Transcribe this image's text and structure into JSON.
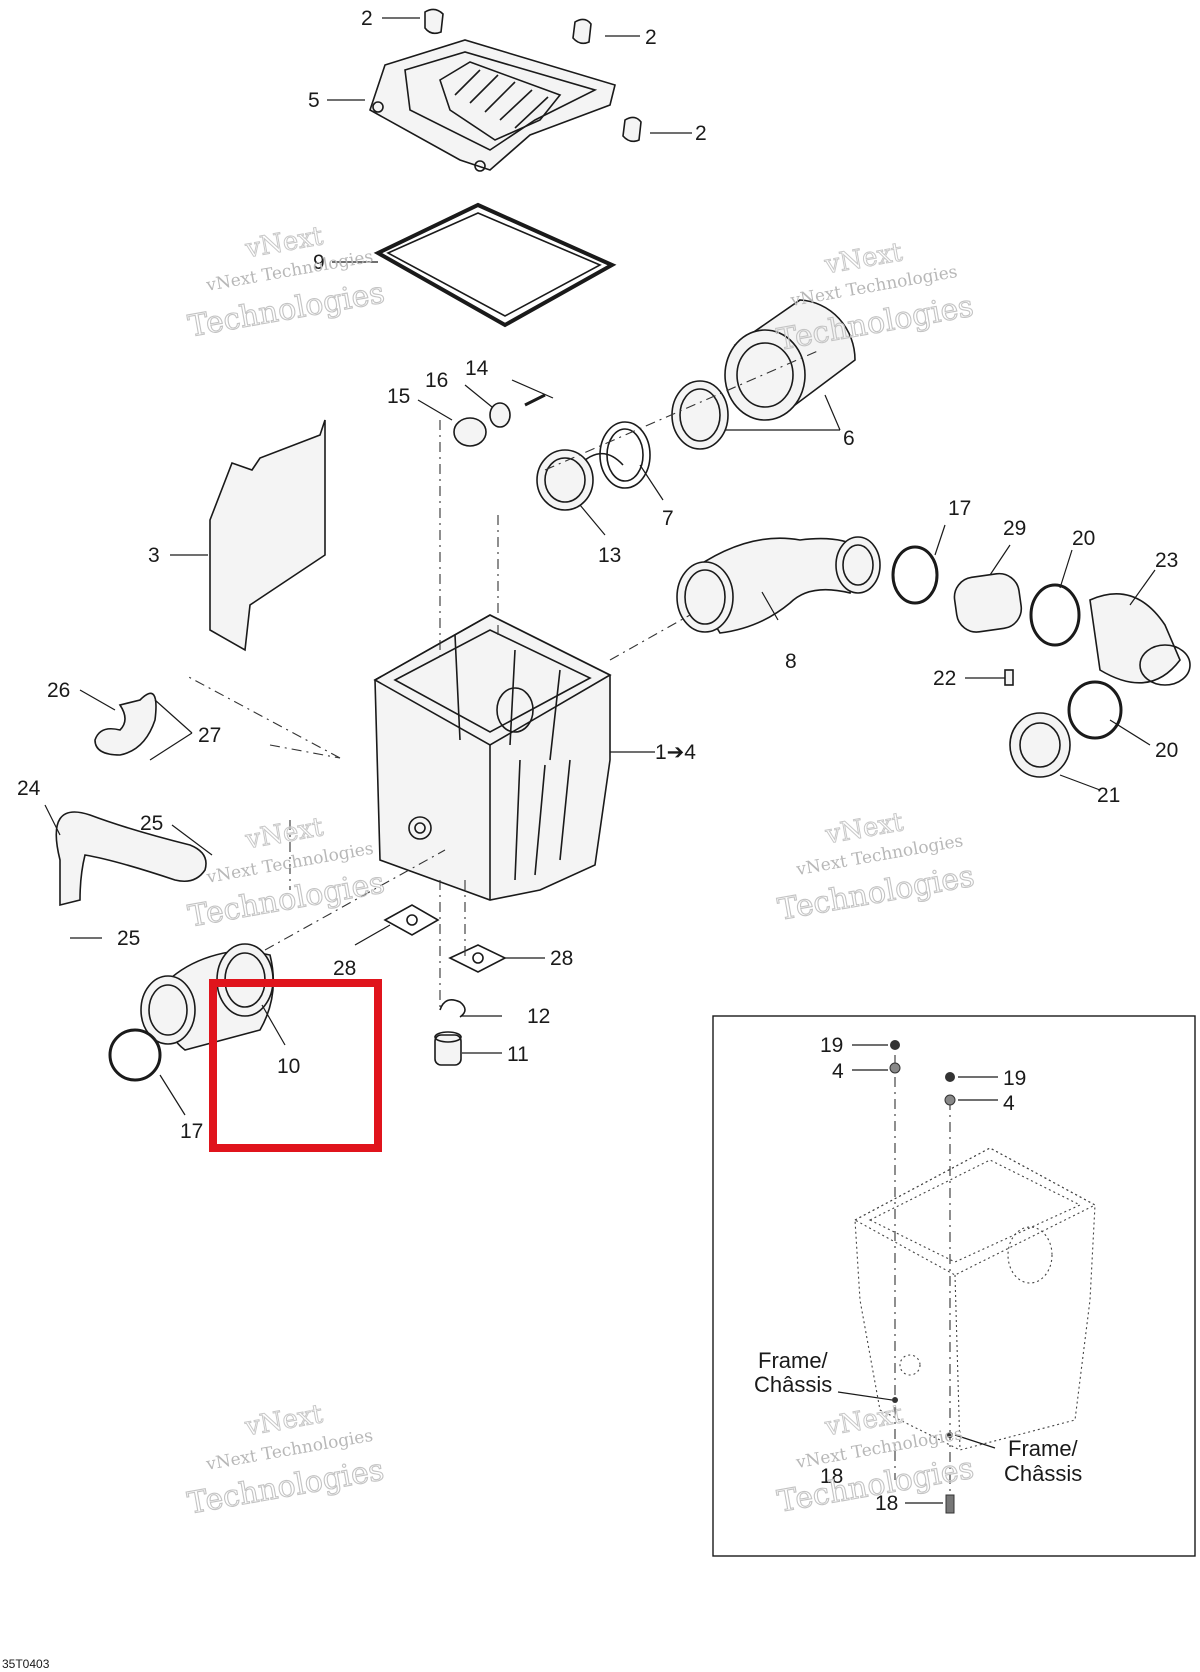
{
  "callouts": [
    {
      "text": "2"
    },
    {
      "text": "2"
    },
    {
      "text": "5"
    },
    {
      "text": "2"
    },
    {
      "text": "9"
    },
    {
      "text": "6"
    },
    {
      "text": "14"
    },
    {
      "text": "16"
    },
    {
      "text": "15"
    },
    {
      "text": "7"
    },
    {
      "text": "13"
    },
    {
      "text": "3"
    },
    {
      "text": "17"
    },
    {
      "text": "29"
    },
    {
      "text": "20"
    },
    {
      "text": "23"
    },
    {
      "text": "8"
    },
    {
      "text": "22"
    },
    {
      "text": "20"
    },
    {
      "text": "21"
    },
    {
      "text": "26"
    },
    {
      "text": "27"
    },
    {
      "text": "1➔4"
    },
    {
      "text": "24"
    },
    {
      "text": "25"
    },
    {
      "text": "25"
    },
    {
      "text": "28"
    },
    {
      "text": "28"
    },
    {
      "text": "12"
    },
    {
      "text": "11"
    },
    {
      "text": "10"
    },
    {
      "text": "17"
    },
    {
      "text": "19"
    },
    {
      "text": "4"
    },
    {
      "text": "19"
    },
    {
      "text": "4"
    },
    {
      "text": "18"
    },
    {
      "text": "18"
    }
  ],
  "frame_labels": [
    {
      "line1": "Frame/",
      "line2": "Châssis"
    },
    {
      "line1": "Frame/",
      "line2": "Châssis"
    }
  ],
  "watermark": {
    "brand": "vNext",
    "line": "vNext Technologies",
    "big": "Technologies"
  },
  "drawing_code": "35T0403",
  "highlight_color": "#e0141c"
}
